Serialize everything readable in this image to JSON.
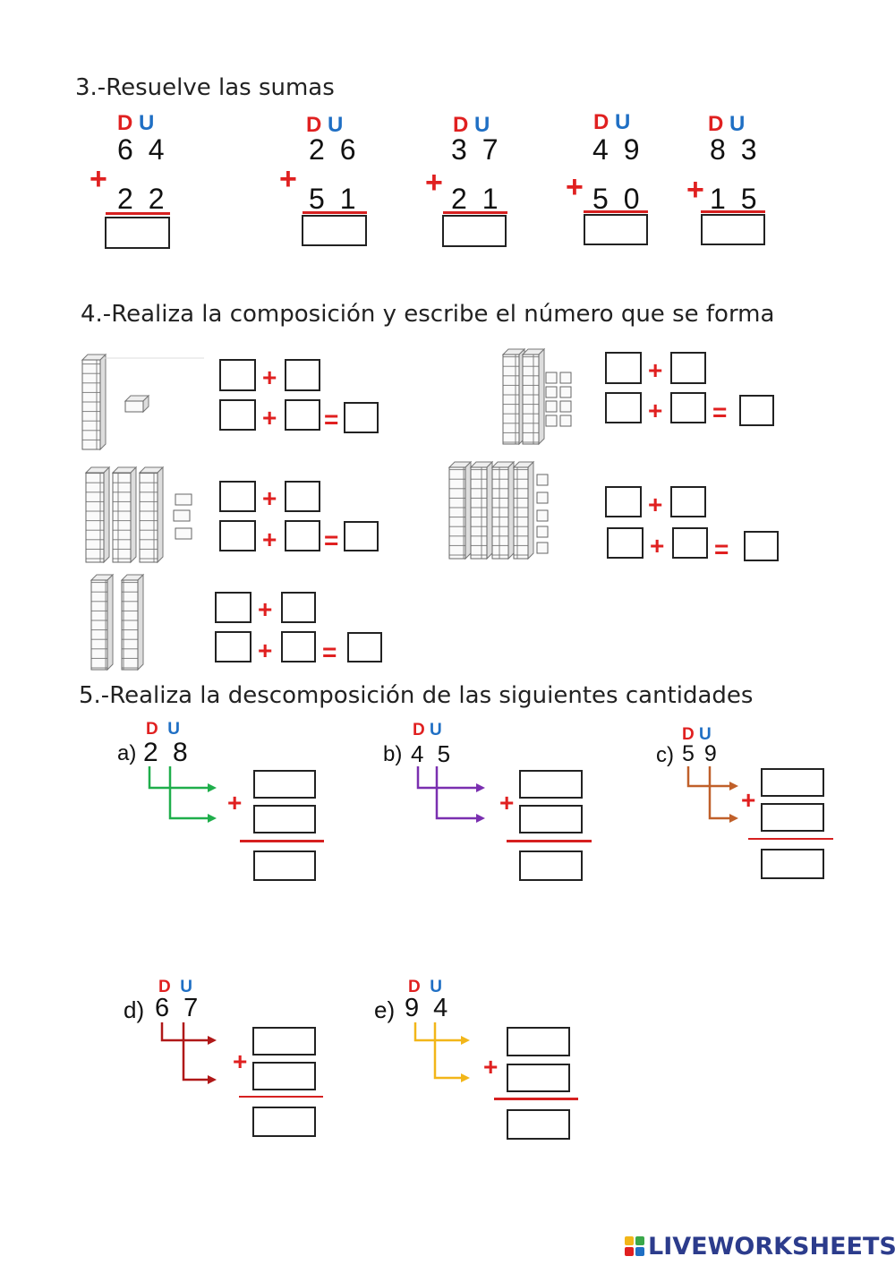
{
  "section3": {
    "title": "3.-Resuelve las sumas",
    "place_labels": {
      "d": "D",
      "u": "U"
    },
    "plus": "+",
    "problems": [
      {
        "top": "6 4",
        "bottom": "2 2"
      },
      {
        "top": "2 6",
        "bottom": "5 1"
      },
      {
        "top": "3 7",
        "bottom": "2 1"
      },
      {
        "top": "4 9",
        "bottom": "5 0"
      },
      {
        "top": "8 3",
        "bottom": "1 5"
      }
    ]
  },
  "section4": {
    "title": "4.-Realiza la composición y escribe el número que se forma",
    "plus": "+",
    "equals": "=",
    "items": [
      {
        "tens": 1,
        "units": 1
      },
      {
        "tens": 2,
        "units": 8
      },
      {
        "tens": 3,
        "units": 3
      },
      {
        "tens": 4,
        "units": 5
      },
      {
        "tens": 2,
        "units": 0
      }
    ]
  },
  "section5": {
    "title": "5.-Realiza la descomposición de las siguientes cantidades",
    "place_labels": {
      "d": "D",
      "u": "U"
    },
    "plus": "+",
    "items": [
      {
        "label": "a)",
        "number": "2 8",
        "arrow_color": "#1fae4b"
      },
      {
        "label": "b)",
        "number": "4 5",
        "arrow_color": "#7a2fb0"
      },
      {
        "label": "c)",
        "number": "5 9",
        "arrow_color": "#c0602a"
      },
      {
        "label": "d)",
        "number": "6 7",
        "arrow_color": "#b01818"
      },
      {
        "label": "e)",
        "number": "9 4",
        "arrow_color": "#f2b619"
      }
    ]
  },
  "footer": {
    "brand": "LIVEWORKSHEETS",
    "colors": {
      "brand_text": "#2c3c8c",
      "red": "#e02020",
      "blue": "#1f6fc4"
    }
  }
}
